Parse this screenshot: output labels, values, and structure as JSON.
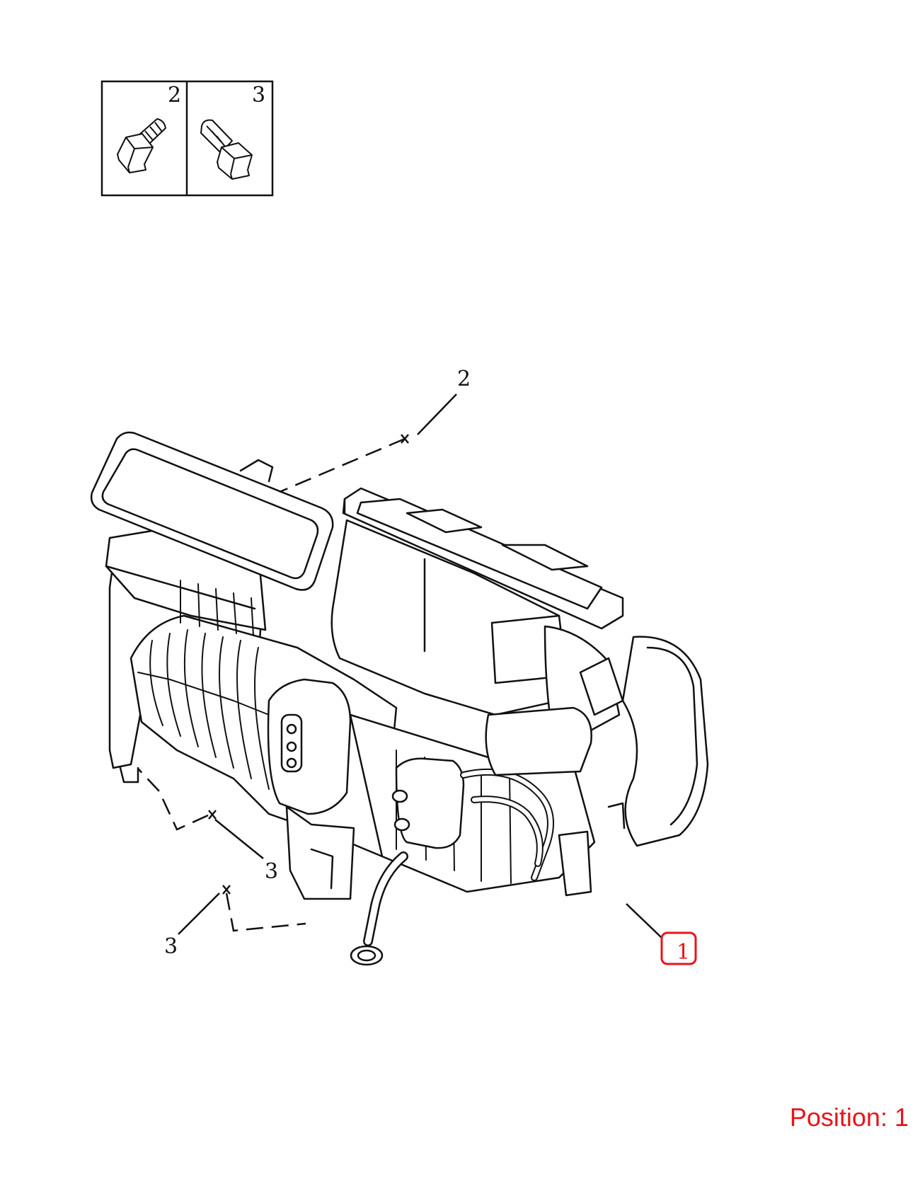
{
  "inset": {
    "cells": [
      {
        "callout": "2",
        "part": "flange-bolt"
      },
      {
        "callout": "3",
        "part": "flange-bolt"
      }
    ]
  },
  "callouts": {
    "c2_top": "2",
    "c3_mid": "3",
    "c3_low": "3",
    "c1": "1"
  },
  "highlight": {
    "color": "#e8141c"
  },
  "position": {
    "label": "Position:",
    "value": "1"
  },
  "colors": {
    "line": "#111111",
    "highlight": "#e8141c",
    "background": "#ffffff"
  }
}
